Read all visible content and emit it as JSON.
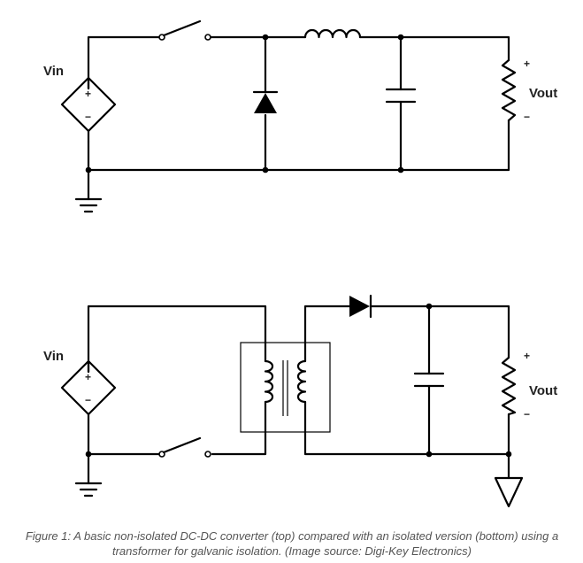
{
  "top_circuit": {
    "input_label": "Vin",
    "output_label": "Vout",
    "source_plus": "+",
    "source_minus": "−",
    "output_plus": "+",
    "output_minus": "−"
  },
  "bottom_circuit": {
    "input_label": "Vin",
    "output_label": "Vout",
    "source_plus": "+",
    "source_minus": "−",
    "output_plus": "+",
    "output_minus": "−"
  },
  "caption": "Figure 1: A basic non-isolated DC-DC converter (top) compared with an isolated version (bottom) using a transformer for galvanic isolation. (Image source: Digi-Key Electronics)"
}
